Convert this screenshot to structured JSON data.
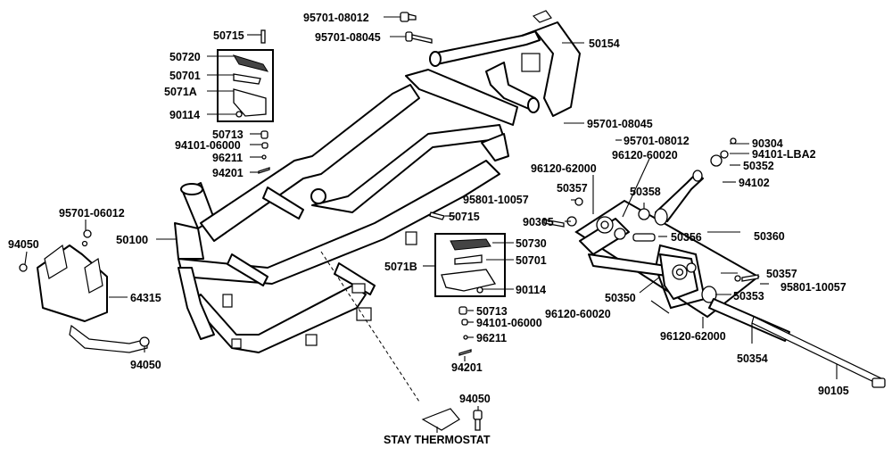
{
  "labels": {
    "p_95701_08012_top": "95701-08012",
    "p_95701_08045_top": "95701-08045",
    "p_50154": "50154",
    "p_50715_top": "50715",
    "p_50720": "50720",
    "p_50701_top": "50701",
    "p_5071A": "5071A",
    "p_90114_top": "90114",
    "p_50713_top": "50713",
    "p_94101_06000_top": "94101-06000",
    "p_96211_top": "96211",
    "p_94201_top": "94201",
    "p_95701_08045_mid": "95701-08045",
    "p_95701_08012_mid": "95701-08012",
    "p_90304": "90304",
    "p_94101_LBA2": "94101-LBA2",
    "p_50352": "50352",
    "p_94102": "94102",
    "p_96120_62000_top": "96120-62000",
    "p_96120_60020_top": "96120-60020",
    "p_95801_10057_left": "95801-10057",
    "p_50357_top": "50357",
    "p_50358": "50358",
    "p_90305": "90305",
    "p_50356": "50356",
    "p_50360": "50360",
    "p_50357_right": "50357",
    "p_95801_10057_right": "95801-10057",
    "p_50353": "50353",
    "p_50350": "50350",
    "p_96120_60020_bot": "96120-60020",
    "p_96120_62000_bot": "96120-62000",
    "p_50354": "50354",
    "p_90105": "90105",
    "p_95701_06012": "95701-06012",
    "p_94050_left": "94050",
    "p_50100": "50100",
    "p_64315": "64315",
    "p_94050_bot": "94050",
    "p_50715_mid": "50715",
    "p_50730": "50730",
    "p_50701_mid": "50701",
    "p_5071B": "5071B",
    "p_90114_mid": "90114",
    "p_50713_mid": "50713",
    "p_94101_06000_mid": "94101-06000",
    "p_96211_mid": "96211",
    "p_94201_mid": "94201",
    "p_94050_right": "94050",
    "stay_thermostat": "STAY THERMOSTAT"
  }
}
